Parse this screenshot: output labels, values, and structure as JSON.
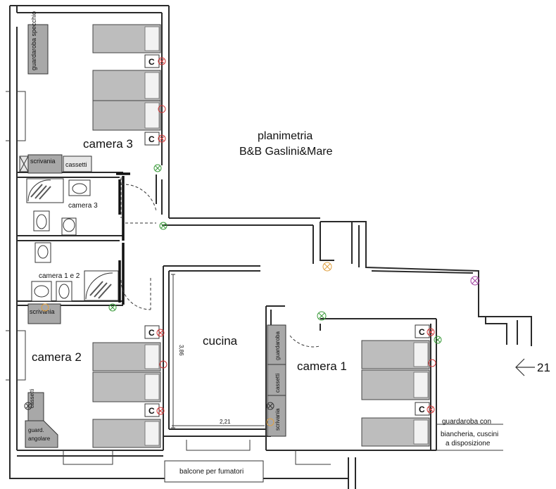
{
  "title": {
    "line1": "planimetria",
    "line2": "B&B Gaslini&Mare"
  },
  "rooms": {
    "camera3": "camera 3",
    "camera2": "camera 2",
    "camera1": "camera 1",
    "cucina": "cucina",
    "bath_camera3": "camera 3",
    "bath_camera12": "camera 1 e 2",
    "balcone": "balcone per fumatori"
  },
  "furniture": {
    "guardaroba_specchio": "guardaroba specchio",
    "scrivania": "scrivania",
    "cassetti": "cassetti",
    "guardaroba": "guardaroba",
    "guard_angolare_1": "guard.",
    "guard_angolare_2": "angolare",
    "closet_c": "C"
  },
  "notes": {
    "guardaroba_line1": "guardaroba con",
    "guardaroba_line2": "biancheria, cuscini",
    "guardaroba_line3": "a disposizione"
  },
  "dimensions": {
    "height": "3,86",
    "width": "2,21"
  },
  "entrance": {
    "number": "21"
  },
  "colors": {
    "walls": "#2a2a2a",
    "beds": "#bdbdbd",
    "furniture": "#a8a8a8",
    "outlet_red": "#d23a3a",
    "socket_green": "#3a9a3a",
    "socket_orange": "#e0a040",
    "socket_purple": "#a040a0"
  }
}
